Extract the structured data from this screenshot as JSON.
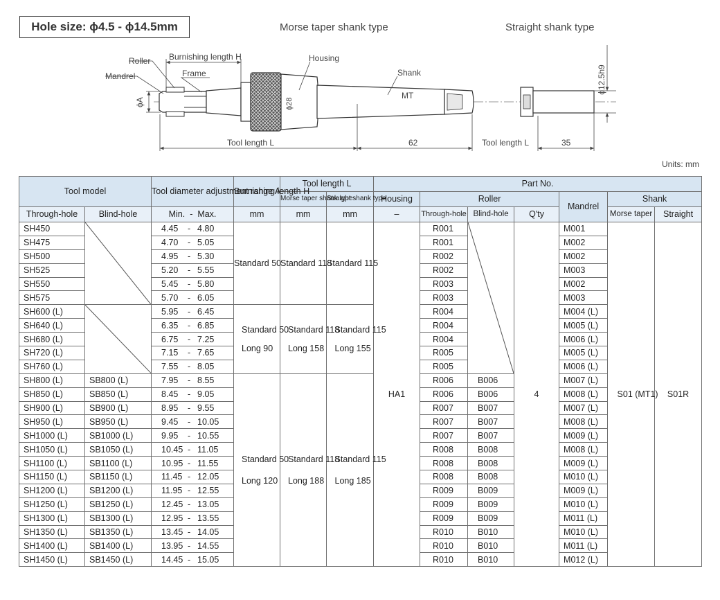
{
  "header": {
    "hole_size": "Hole size: ϕ4.5 - ϕ14.5mm",
    "morse_title": "Morse taper shank type",
    "straight_title": "Straight shank type",
    "units": "Units: mm"
  },
  "diagram": {
    "labels": {
      "roller": "Roller",
      "burnishing": "Burnishing length H",
      "housing": "Housing",
      "mandrel": "Mandrel",
      "frame": "Frame",
      "shank": "Shank",
      "mt": "MT",
      "phi_a": "ϕA",
      "phi_28": "ϕ28",
      "phi_125": "ϕ12.5h9",
      "tool_length": "Tool length L",
      "dim_62": "62",
      "tool_length2": "Tool length L",
      "dim_35": "35"
    }
  },
  "table": {
    "headers": {
      "tool_model": "Tool model",
      "tool_diameter": "Tool diameter adjustment range A",
      "burnishing": "Burnishing length H",
      "tool_length": "Tool length L",
      "morse_taper_shank": "Morse taper shank type",
      "straight_shank": "Straight shank type",
      "part_no": "Part No.",
      "housing": "Housing",
      "roller": "Roller",
      "mandrel": "Mandrel",
      "shank": "Shank",
      "through_hole": "Through-hole",
      "blind_hole": "Blind-hole",
      "min": "Min.",
      "dash": "-",
      "max": "Max.",
      "mm1": "mm",
      "mm2": "mm",
      "mm3": "mm",
      "housing_unit": "–",
      "roller_through": "Through-hole",
      "roller_blind": "Blind-hole",
      "qty": "Q'ty",
      "morse_taper": "Morse taper",
      "straight": "Straight"
    },
    "groups": {
      "g1": {
        "burn": "Standard 50",
        "morse": "Standard 118",
        "straight": "Standard 115"
      },
      "g2_std": {
        "burn": "Standard 50",
        "morse": "Standard 118",
        "straight": "Standard 115"
      },
      "g2_long": {
        "burn": "Long 90",
        "morse": "Long 158",
        "straight": "Long 155"
      },
      "g3_std": {
        "burn": "Standard 50",
        "morse": "Standard 118",
        "straight": "Standard 115"
      },
      "g3_long": {
        "burn": "Long 120",
        "morse": "Long 188",
        "straight": "Long 185"
      }
    },
    "housing_value": "HA1",
    "qty_value": "4",
    "shank_morse": "S01 (MT1)",
    "shank_straight": "S01R",
    "rows": [
      {
        "th": "SH450",
        "bh": "",
        "min": "4.45",
        "max": "4.80",
        "rt": "R001",
        "rb": "",
        "mandrel": "M001"
      },
      {
        "th": "SH475",
        "bh": "",
        "min": "4.70",
        "max": "5.05",
        "rt": "R001",
        "rb": "",
        "mandrel": "M002"
      },
      {
        "th": "SH500",
        "bh": "",
        "min": "4.95",
        "max": "5.30",
        "rt": "R002",
        "rb": "",
        "mandrel": "M002"
      },
      {
        "th": "SH525",
        "bh": "",
        "min": "5.20",
        "max": "5.55",
        "rt": "R002",
        "rb": "",
        "mandrel": "M003"
      },
      {
        "th": "SH550",
        "bh": "",
        "min": "5.45",
        "max": "5.80",
        "rt": "R003",
        "rb": "",
        "mandrel": "M002"
      },
      {
        "th": "SH575",
        "bh": "",
        "min": "5.70",
        "max": "6.05",
        "rt": "R003",
        "rb": "",
        "mandrel": "M003"
      },
      {
        "th": "SH600 (L)",
        "bh": "",
        "min": "5.95",
        "max": "6.45",
        "rt": "R004",
        "rb": "",
        "mandrel": "M004 (L)"
      },
      {
        "th": "SH640 (L)",
        "bh": "",
        "min": "6.35",
        "max": "6.85",
        "rt": "R004",
        "rb": "",
        "mandrel": "M005 (L)"
      },
      {
        "th": "SH680 (L)",
        "bh": "",
        "min": "6.75",
        "max": "7.25",
        "rt": "R004",
        "rb": "",
        "mandrel": "M006 (L)"
      },
      {
        "th": "SH720 (L)",
        "bh": "",
        "min": "7.15",
        "max": "7.65",
        "rt": "R005",
        "rb": "",
        "mandrel": "M005 (L)"
      },
      {
        "th": "SH760 (L)",
        "bh": "",
        "min": "7.55",
        "max": "8.05",
        "rt": "R005",
        "rb": "",
        "mandrel": "M006 (L)"
      },
      {
        "th": "SH800 (L)",
        "bh": "SB800 (L)",
        "min": "7.95",
        "max": "8.55",
        "rt": "R006",
        "rb": "B006",
        "mandrel": "M007 (L)"
      },
      {
        "th": "SH850 (L)",
        "bh": "SB850 (L)",
        "min": "8.45",
        "max": "9.05",
        "rt": "R006",
        "rb": "B006",
        "mandrel": "M008 (L)"
      },
      {
        "th": "SH900 (L)",
        "bh": "SB900 (L)",
        "min": "8.95",
        "max": "9.55",
        "rt": "R007",
        "rb": "B007",
        "mandrel": "M007 (L)"
      },
      {
        "th": "SH950 (L)",
        "bh": "SB950 (L)",
        "min": "9.45",
        "max": "10.05",
        "rt": "R007",
        "rb": "B007",
        "mandrel": "M008 (L)"
      },
      {
        "th": "SH1000 (L)",
        "bh": "SB1000 (L)",
        "min": "9.95",
        "max": "10.55",
        "rt": "R007",
        "rb": "B007",
        "mandrel": "M009 (L)"
      },
      {
        "th": "SH1050 (L)",
        "bh": "SB1050 (L)",
        "min": "10.45",
        "max": "11.05",
        "rt": "R008",
        "rb": "B008",
        "mandrel": "M008 (L)"
      },
      {
        "th": "SH1100 (L)",
        "bh": "SB1100 (L)",
        "min": "10.95",
        "max": "11.55",
        "rt": "R008",
        "rb": "B008",
        "mandrel": "M009 (L)"
      },
      {
        "th": "SH1150 (L)",
        "bh": "SB1150 (L)",
        "min": "11.45",
        "max": "12.05",
        "rt": "R008",
        "rb": "B008",
        "mandrel": "M010 (L)"
      },
      {
        "th": "SH1200 (L)",
        "bh": "SB1200 (L)",
        "min": "11.95",
        "max": "12.55",
        "rt": "R009",
        "rb": "B009",
        "mandrel": "M009 (L)"
      },
      {
        "th": "SH1250 (L)",
        "bh": "SB1250 (L)",
        "min": "12.45",
        "max": "13.05",
        "rt": "R009",
        "rb": "B009",
        "mandrel": "M010 (L)"
      },
      {
        "th": "SH1300 (L)",
        "bh": "SB1300 (L)",
        "min": "12.95",
        "max": "13.55",
        "rt": "R009",
        "rb": "B009",
        "mandrel": "M011 (L)"
      },
      {
        "th": "SH1350 (L)",
        "bh": "SB1350 (L)",
        "min": "13.45",
        "max": "14.05",
        "rt": "R010",
        "rb": "B010",
        "mandrel": "M010 (L)"
      },
      {
        "th": "SH1400 (L)",
        "bh": "SB1400 (L)",
        "min": "13.95",
        "max": "14.55",
        "rt": "R010",
        "rb": "B010",
        "mandrel": "M011 (L)"
      },
      {
        "th": "SH1450 (L)",
        "bh": "SB1450 (L)",
        "min": "14.45",
        "max": "15.05",
        "rt": "R010",
        "rb": "B010",
        "mandrel": "M012 (L)"
      }
    ]
  }
}
